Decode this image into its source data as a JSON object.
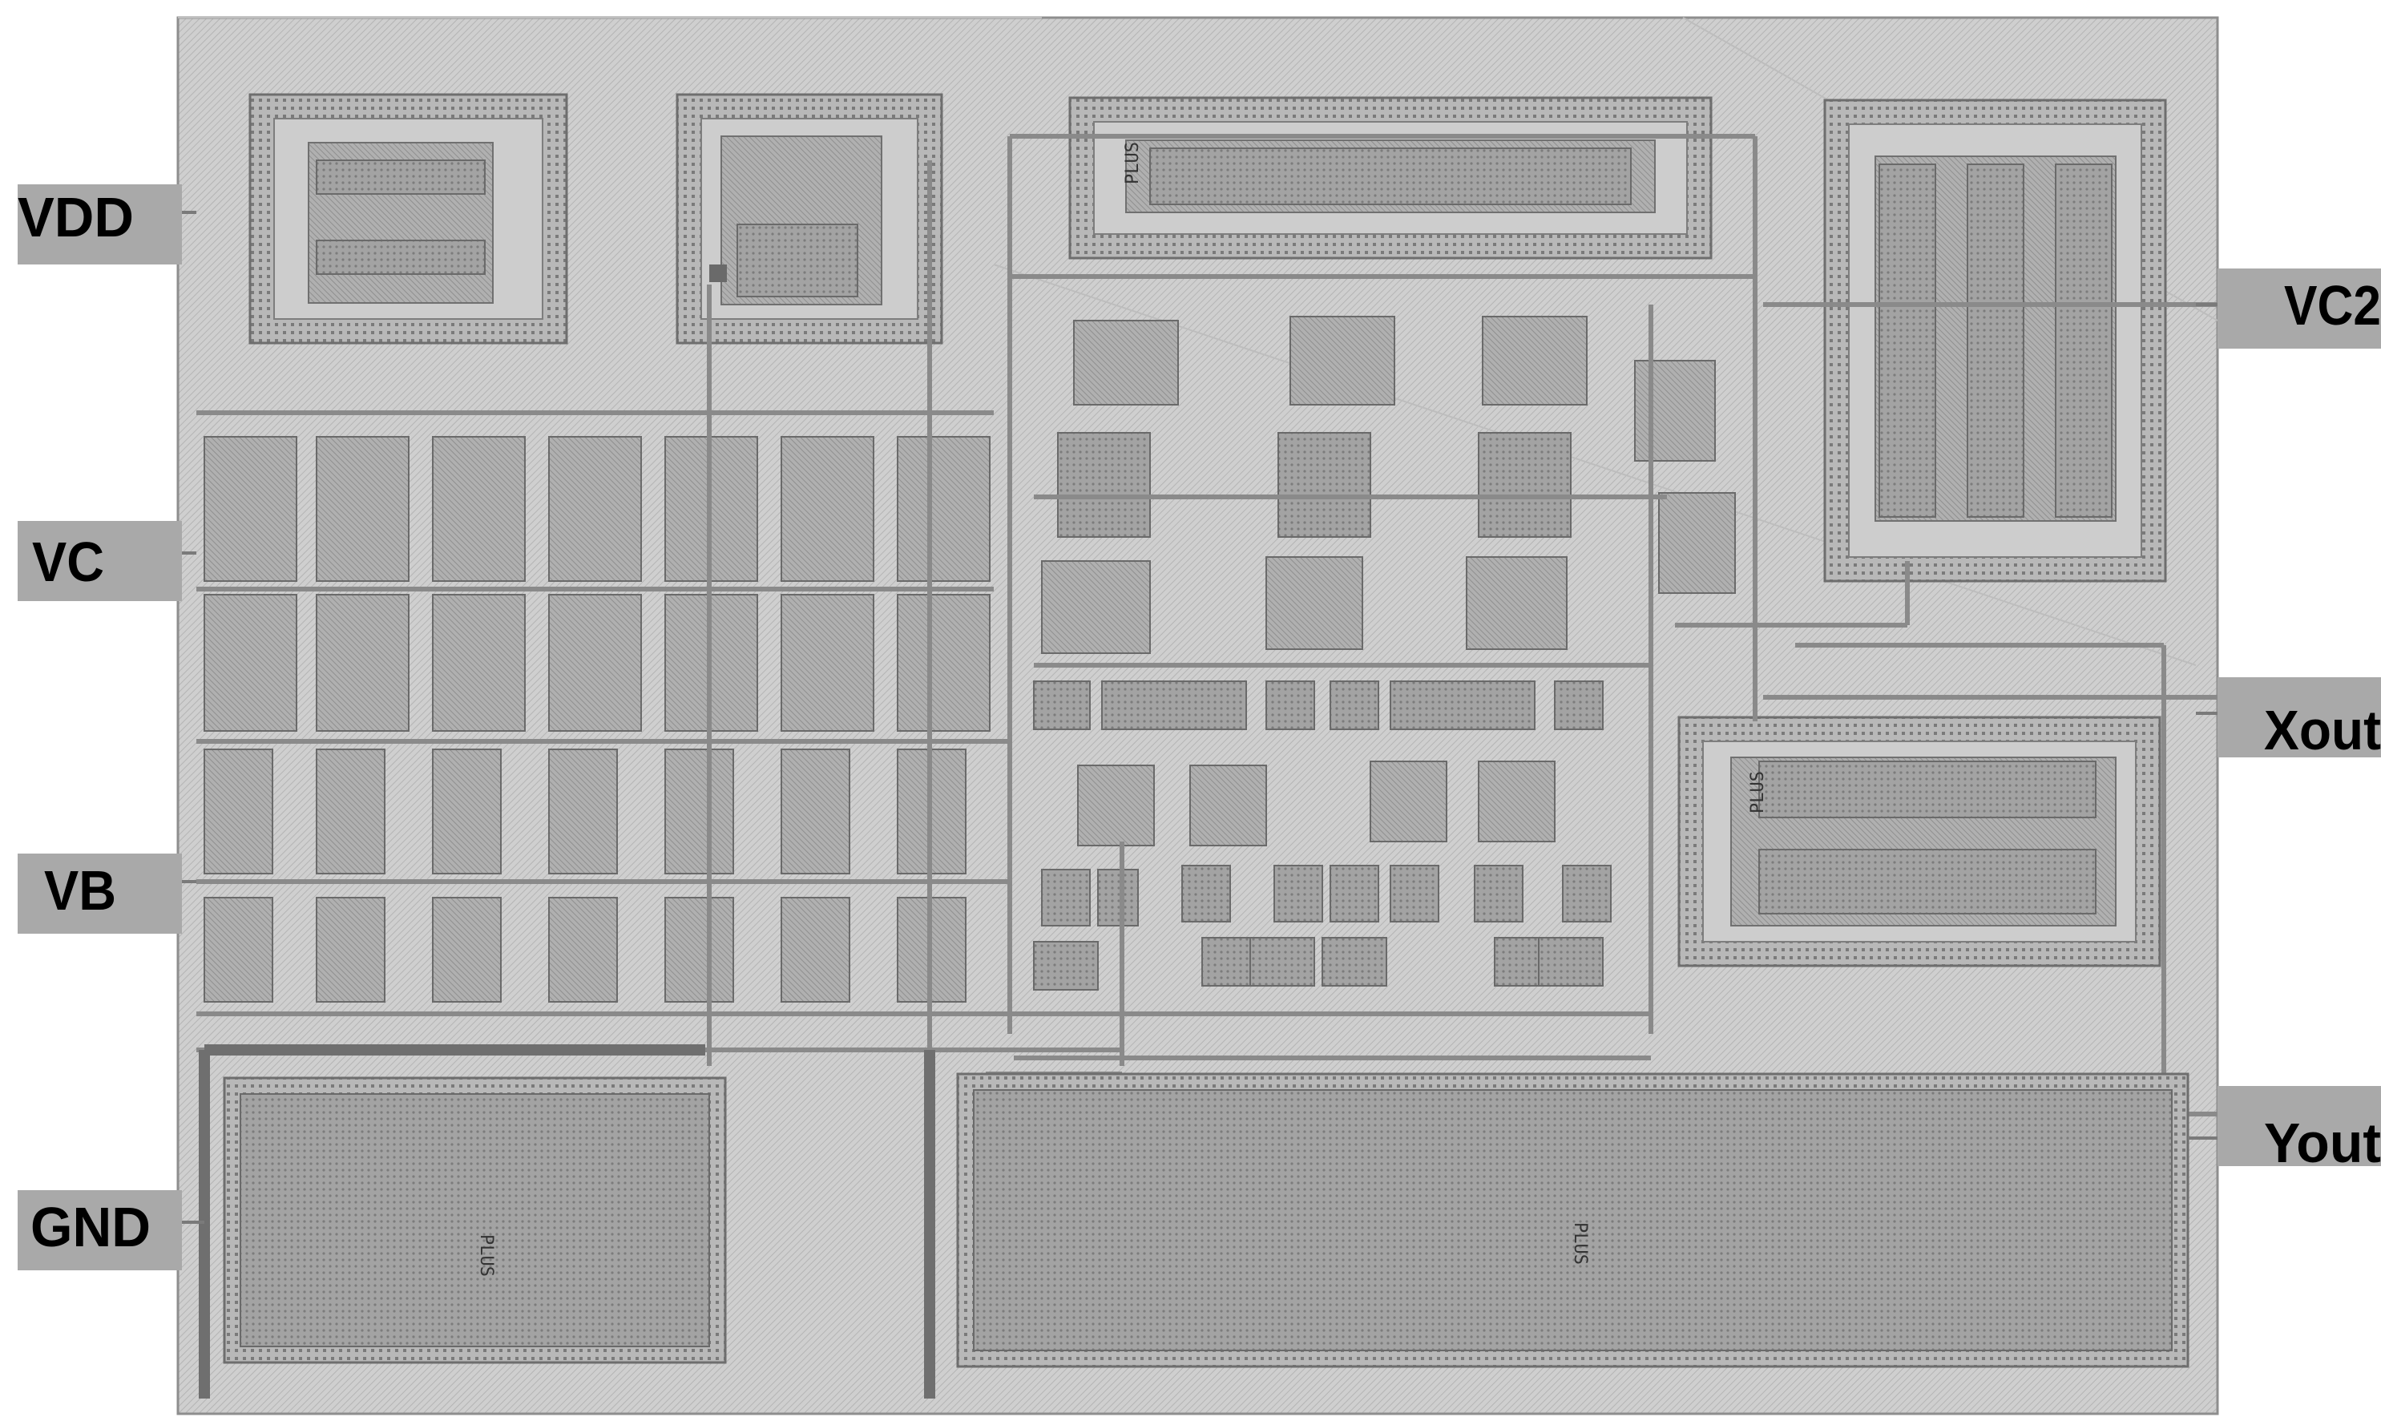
{
  "diagram": {
    "kind": "ic-layout",
    "pins_left": [
      {
        "id": "vdd",
        "label": "VDD"
      },
      {
        "id": "vc",
        "label": "VC"
      },
      {
        "id": "vb",
        "label": "VB"
      },
      {
        "id": "gnd",
        "label": "GND"
      }
    ],
    "pins_right": [
      {
        "id": "vc2",
        "label": "VC2"
      },
      {
        "id": "xout",
        "label": "Xout"
      },
      {
        "id": "yout",
        "label": "Yout"
      }
    ],
    "device_labels": {
      "cap_large": "PLUS",
      "cap_left": "PLUS",
      "res_top": "PLUS",
      "res_right": "PLUS"
    },
    "colors": {
      "substrate": "#d2d2d2",
      "metal": "#8a8a8a",
      "guard_ring": "#9c9c9c",
      "pin_box": "#a9a9a9",
      "capacitor": "#a8a8a8"
    }
  }
}
